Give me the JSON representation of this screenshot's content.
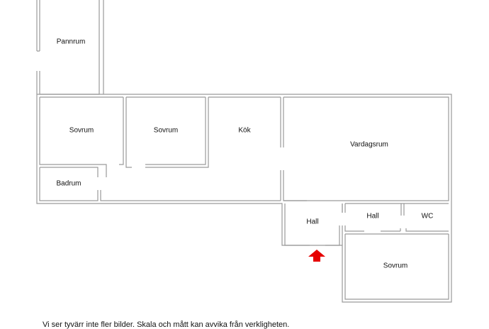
{
  "rooms": {
    "pannrum": "Pannrum",
    "sovrum_1": "Sovrum",
    "sovrum_2": "Sovrum",
    "kok": "Kök",
    "vardagsrum": "Vardagsrum",
    "badrum": "Badrum",
    "hall_entry": "Hall",
    "hall_inner": "Hall",
    "wc": "WC",
    "sovrum_3": "Sovrum"
  },
  "caption": "Vi ser tyvärr inte fler bilder. Skala och mått kan avvika från verkligheten.",
  "colors": {
    "wall": "#9a9a9a",
    "entrance_arrow": "#e60000"
  },
  "icons": {
    "entrance": "entrance-arrow-icon"
  }
}
